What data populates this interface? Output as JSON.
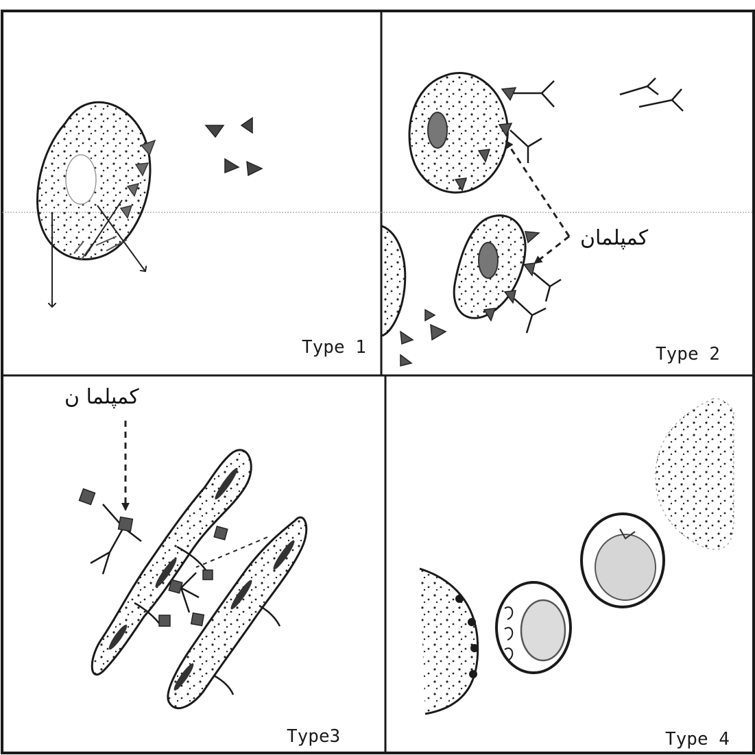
{
  "panels": [
    {
      "id": "type1",
      "label": "Type 1"
    },
    {
      "id": "type2",
      "label": "Type 2"
    },
    {
      "id": "type3",
      "label": "Type3"
    },
    {
      "id": "type4",
      "label": "Type 4"
    }
  ],
  "annotations": {
    "type2_complement": "کمپلمان",
    "type3_complement": "کمپلما ن"
  },
  "colors": {
    "ink": "#1a1a1a",
    "paper": "#ffffff",
    "fill": "#6a6a6a"
  }
}
